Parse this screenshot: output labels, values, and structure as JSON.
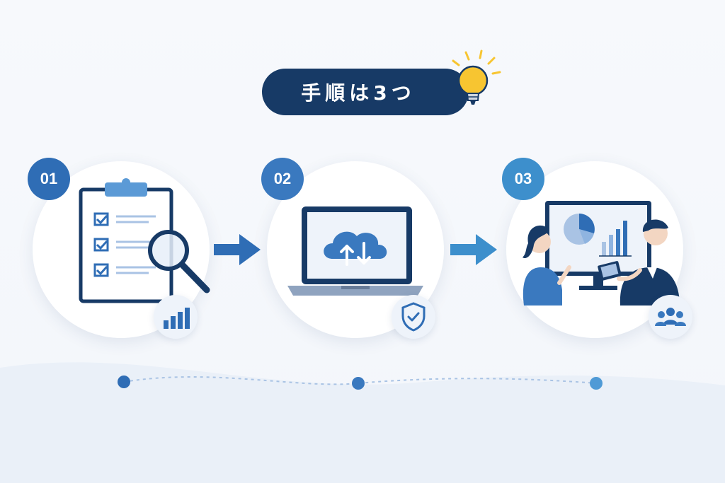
{
  "title": "手順は3つ",
  "steps": [
    {
      "number": "01",
      "icon": "clipboard-search-icon",
      "badge_icon": "bar-chart-icon",
      "color": "#2f6db5"
    },
    {
      "number": "02",
      "icon": "laptop-cloud-icon",
      "badge_icon": "shield-check-icon",
      "color": "#3a79bf"
    },
    {
      "number": "03",
      "icon": "presentation-meeting-icon",
      "badge_icon": "team-icon",
      "color": "#3d8fcc"
    }
  ],
  "colors": {
    "navy": "#173a66",
    "blue": "#2f6db5",
    "light_blue": "#8fb4e0",
    "bulb": "#f7c531"
  }
}
